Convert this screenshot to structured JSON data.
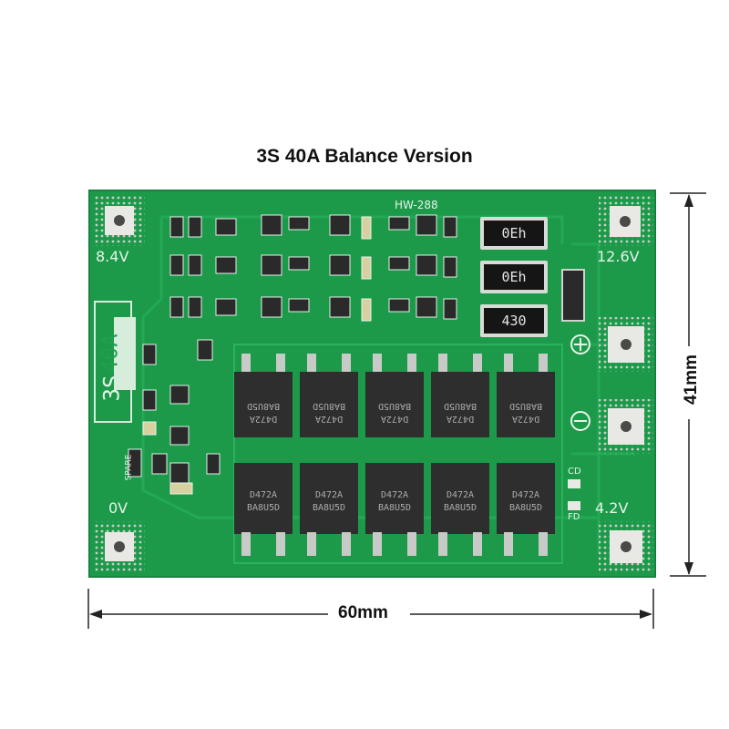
{
  "heading": "3S 40A Balance Version",
  "dimensions": {
    "width": "60mm",
    "height": "41mm"
  },
  "board": {
    "model": "HW-288",
    "series_marking": "3S",
    "current_marking": "40A",
    "terminals": [
      "8.4V",
      "12.6V",
      "0V",
      "4.2V"
    ],
    "indicators": [
      "CD",
      "FD"
    ],
    "spare_label": "SPARE",
    "resistor_codes": [
      "0Eh",
      "0Eh",
      "430"
    ],
    "mosfet_markings": [
      "D472A",
      "BA8U5D"
    ],
    "colors": {
      "pcb": "#1c9a4a",
      "silkscreen": "#e6f3ea",
      "mosfet_body": "#2e2e2e",
      "tab": "#c8cac7"
    }
  }
}
